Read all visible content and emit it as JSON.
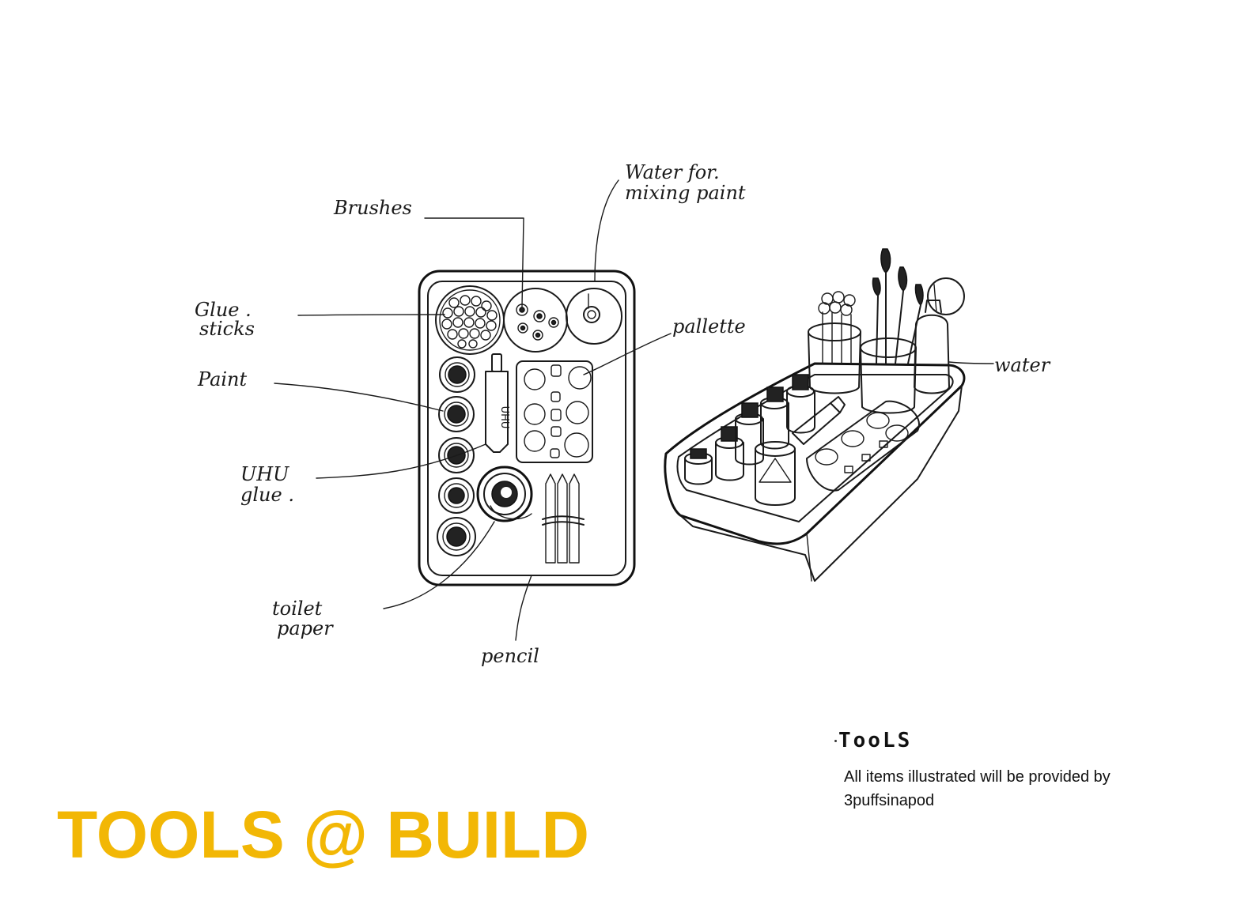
{
  "sketch": {
    "labels": {
      "brushes": "Brushes",
      "water_mixing_line1": "Water for.",
      "water_mixing_line2": "mixing paint",
      "glue_sticks_line1": "Glue .",
      "glue_sticks_line2": "sticks",
      "paint": "Paint",
      "pallette": "pallette",
      "uhu_glue_line1": "UHU",
      "uhu_glue_line2": "glue .",
      "toilet_paper_line1": "toilet",
      "toilet_paper_line2": "paper",
      "pencil": "pencil",
      "water": "water"
    },
    "tube_brand": "UHU"
  },
  "caption": {
    "title": "TooLS",
    "text": "All items illustrated will be provided by 3puffsinapod"
  },
  "title": "TOOLS @ BUILD",
  "colors": {
    "title": "#f2b705",
    "ink": "#1a1a1a"
  }
}
